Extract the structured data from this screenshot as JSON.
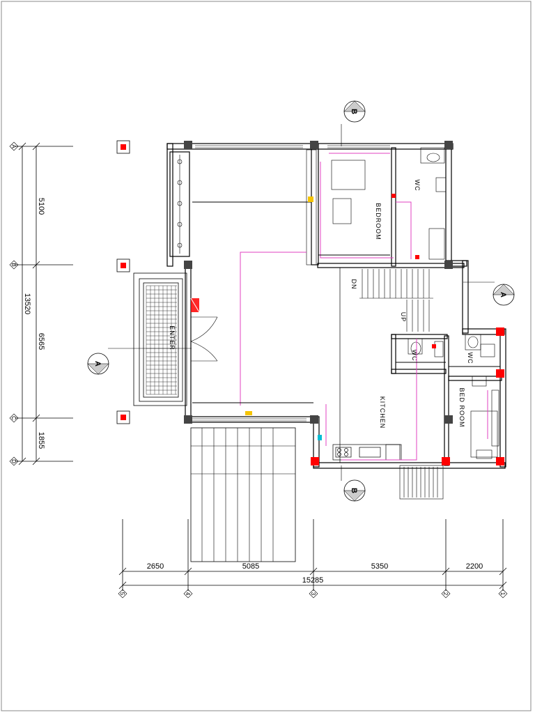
{
  "rooms": {
    "enter": "ENTER",
    "bedroom_upper": "BEDROOM",
    "kitchen": "KITCHEN",
    "bedroom_lower": "BED ROOM",
    "wc_upper": "WC",
    "wc_mid": "WC",
    "wc_lower": "WC",
    "stair_down": "DN",
    "stair_up": "UP"
  },
  "dimensions": {
    "left_total": "13520",
    "left_segments": [
      "5100",
      "6565",
      "1855"
    ],
    "bottom_total": "15285",
    "bottom_segments": [
      "2650",
      "5085",
      "5350",
      "2200"
    ]
  },
  "grid_labels": {
    "rows": [
      "A",
      "B",
      "C",
      "D"
    ],
    "cols": [
      "5",
      "4",
      "3",
      "2",
      "1"
    ]
  },
  "section_markers": {
    "b_top": "B",
    "b_bottom": "B",
    "a_left": "A",
    "a_right": "A"
  },
  "colors": {
    "wall": "#000000",
    "circuit": "#e040c0",
    "device": "#ff0000",
    "column": "#333333",
    "accent_cyan": "#00bcd4",
    "accent_yellow": "#f5c400"
  }
}
